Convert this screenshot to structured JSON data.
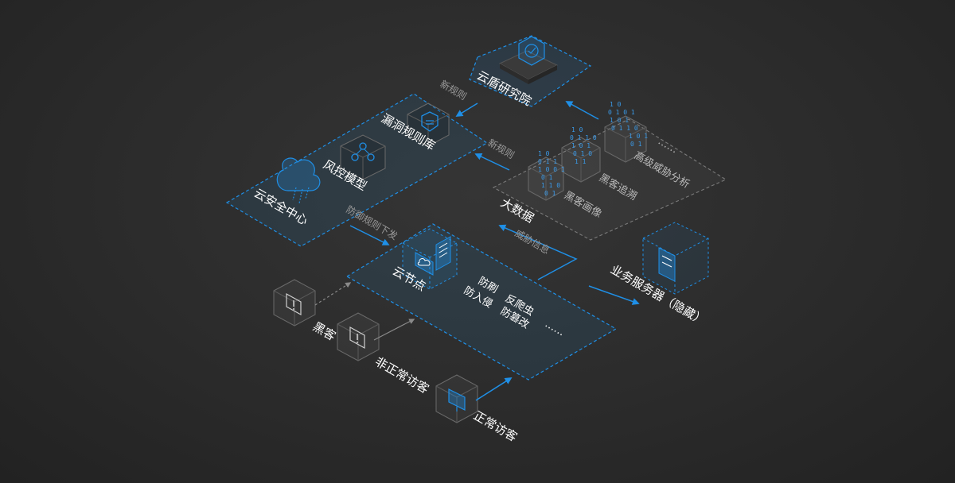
{
  "labels": {
    "research": "云盾研究院",
    "security_center": "云安全中心",
    "risk_model": "风控模型",
    "vuln_rules": "漏洞规则库",
    "new_rule_top": "新规则",
    "new_rule_mid": "新规则",
    "big_data": "大数据",
    "hacker_profile": "黑客画像",
    "hacker_trace": "黑客追溯",
    "threat_analysis": "高级威胁分析",
    "ellipsis_bd": "……",
    "defense_rules": "防御规则下发",
    "threat_info": "威胁信息",
    "cloud_node": "云节点",
    "anti_brush": "防刷",
    "anti_crawler": "反爬虫",
    "anti_intrusion": "防入侵",
    "anti_tamper": "防篡改",
    "ellipsis_node": "……",
    "server": "业务服务器（隐藏）",
    "hacker": "黑客",
    "abnormal_visitor": "非正常访客",
    "normal_visitor": "正常访客"
  },
  "colors": {
    "accent": "#1f8fe6",
    "grey_line": "#7a7a7a",
    "background": "#2b2b2b"
  }
}
